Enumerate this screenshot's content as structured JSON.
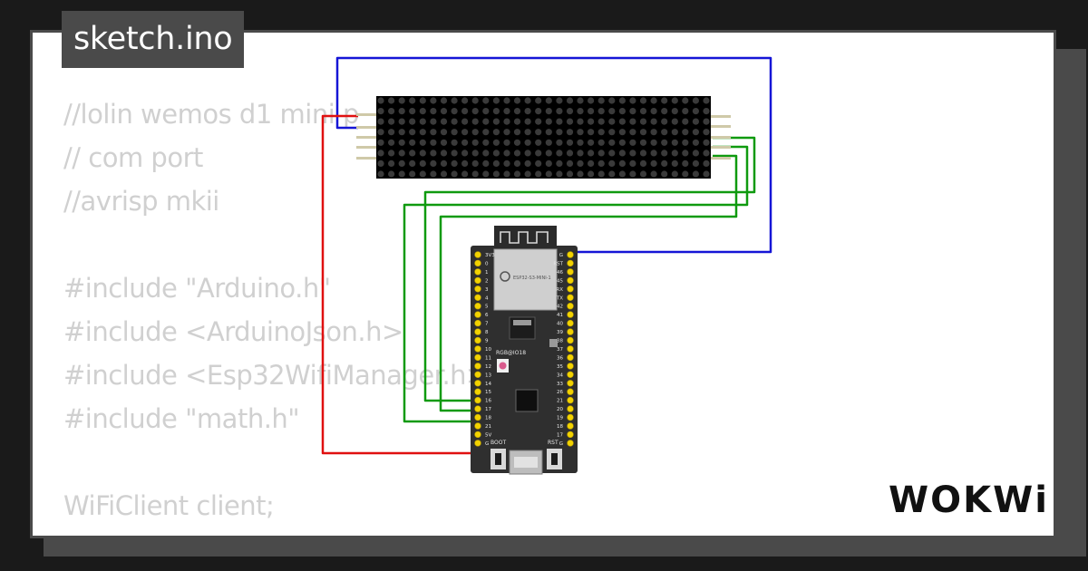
{
  "title": "sketch.ino",
  "code_lines": [
    "//lolin wemos d1 mini p",
    "// com port",
    "//avrisp mkii",
    "",
    "#include \"Arduino.h\"",
    "#include <ArduinoJson.h>",
    "#include <Esp32WifiManager.h>",
    "#include \"math.h\"",
    "",
    "WiFiClient client;"
  ],
  "logo": "WOKWi",
  "board": {
    "module_label": "ESP32-S3-MINI-1",
    "led_label": "RGB@IO18",
    "boot_label": "BOOT",
    "rst_label": "RST",
    "left_pins": [
      "3V3",
      "0",
      "1",
      "2",
      "3",
      "4",
      "5",
      "6",
      "7",
      "8",
      "9",
      "10",
      "11",
      "12",
      "13",
      "14",
      "15",
      "16",
      "17",
      "18",
      "21",
      "5V",
      "G"
    ],
    "right_pins": [
      "G",
      "RST",
      "46",
      "45",
      "RX",
      "TX",
      "42",
      "41",
      "40",
      "39",
      "38",
      "37",
      "36",
      "35",
      "34",
      "33",
      "26",
      "21",
      "20",
      "19",
      "18",
      "17",
      "G"
    ]
  },
  "colors": {
    "wire_blue": "#1515d6",
    "wire_red": "#e01010",
    "wire_green": "#0f9a0f",
    "board": "#2f2f2f",
    "matrix": "#000000",
    "pin_yellow": "#f2d200"
  }
}
